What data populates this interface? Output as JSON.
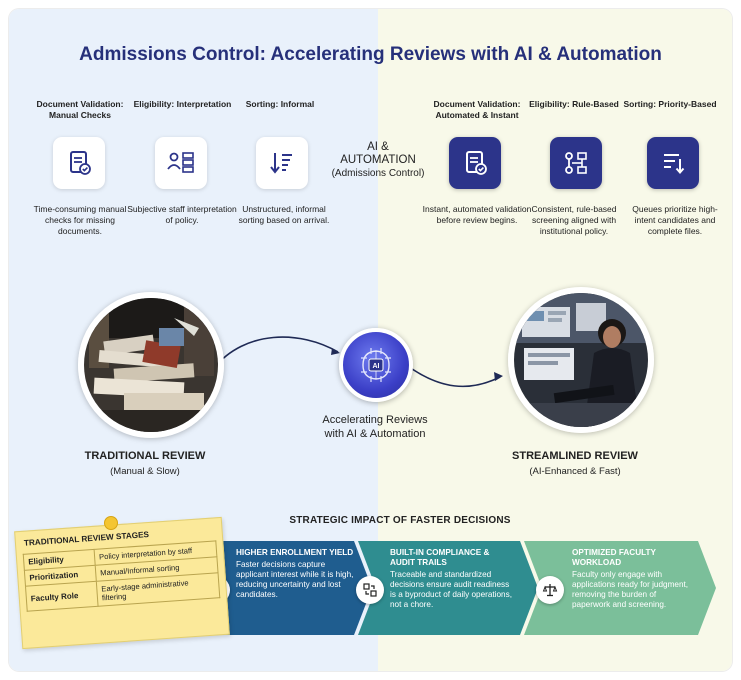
{
  "title": "Admissions Control: Accelerating Reviews with AI & Automation",
  "manual_steps": [
    {
      "label": "Document Validation: Manual Checks",
      "desc": "Time-consuming manual checks for missing documents.",
      "icon": "document-check-icon"
    },
    {
      "label": "Eligibility: Interpretation",
      "desc": "Subjective staff interpretation of policy.",
      "icon": "people-list-icon"
    },
    {
      "label": "Sorting: Informal",
      "desc": "Unstructured, informal sorting based on arrival.",
      "icon": "sort-lines-icon"
    }
  ],
  "ai_steps": [
    {
      "label": "Document Validation: Automated & Instant",
      "desc": "Instant, automated validation before review begins.",
      "icon": "document-check-icon"
    },
    {
      "label": "Eligibility: Rule-Based",
      "desc": "Consistent, rule-based screening aligned with institutional policy.",
      "icon": "flowchart-icon"
    },
    {
      "label": "Sorting: Priority-Based",
      "desc": "Queues prioritize high-intent candidates and complete files.",
      "icon": "sort-down-icon"
    }
  ],
  "center": {
    "line1": "AI &",
    "line2": "AUTOMATION",
    "line3": "(Admissions Control)"
  },
  "traditional": {
    "title": "TRADITIONAL REVIEW",
    "sub": "(Manual & Slow)"
  },
  "streamlined": {
    "title": "STREAMLINED REVIEW",
    "sub": "(AI-Enhanced & Fast)"
  },
  "accelerating": {
    "line1": "Accelerating Reviews",
    "line2": "with AI & Automation",
    "ai_chip": "AI"
  },
  "impact": {
    "title": "STRATEGIC IMPACT OF FASTER DECISIONS",
    "items": [
      {
        "head": "HIGHER ENROLLMENT YIELD",
        "body": "Faster decisions capture applicant interest while it is high, reducing uncertainty and lost candidates.",
        "color": "#1f5d8f",
        "icon": "certificate-icon"
      },
      {
        "head": "BUILT-IN COMPLIANCE & AUDIT TRAILS",
        "body": "Traceable and standardized decisions ensure audit readiness is a byproduct of daily operations, not a chore.",
        "color": "#2f8d90",
        "icon": "audit-loop-icon"
      },
      {
        "head": "OPTIMIZED FACULTY WORKLOAD",
        "body": "Faculty only engage with applications ready for judgment, removing the burden of paperwork and screening.",
        "color": "#7bbf9a",
        "icon": "balance-icon"
      }
    ]
  },
  "note": {
    "title": "TRADITIONAL REVIEW STAGES",
    "rows": [
      {
        "k": "Eligibility",
        "v": "Policy interpretation by staff"
      },
      {
        "k": "Prioritization",
        "v": "Manual/Informal sorting"
      },
      {
        "k": "Faculty Role",
        "v": "Early-stage administrative filtering"
      }
    ]
  }
}
